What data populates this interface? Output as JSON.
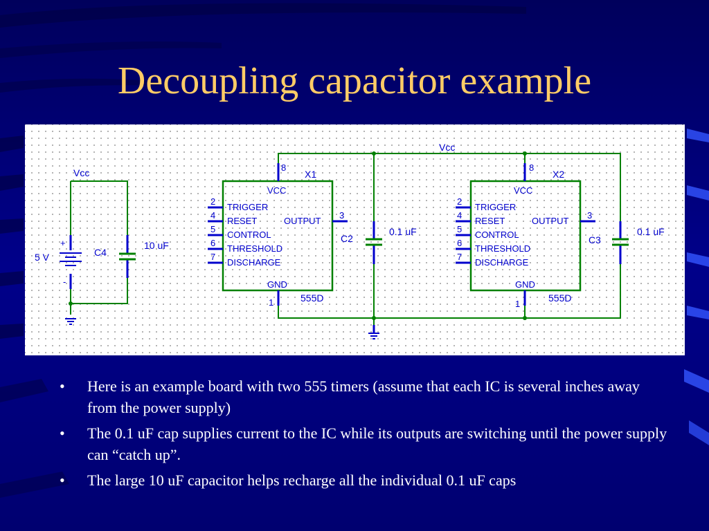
{
  "slide": {
    "title": "Decoupling capacitor example",
    "bullet_symbol": "•",
    "bullets": [
      "Here is an example board with two 555 timers (assume that each IC is several inches away from the power supply)",
      "The 0.1 uF cap supplies current to the IC while its outputs are switching until the power supply can “catch up”.",
      "The large 10 uF capacitor helps recharge all the individual 0.1 uF caps"
    ]
  },
  "diagram": {
    "supply": {
      "net_label": "Vcc",
      "voltage": "5 V",
      "plus": "+",
      "minus": "-",
      "cap_ref": "C4",
      "cap_value": "10 uF"
    },
    "main_net_label": "Vcc",
    "ics": [
      {
        "ref": "X1",
        "part": "555D",
        "vcc_pin": "8",
        "gnd_pin": "1",
        "vcc_label": "VCC",
        "gnd_label": "GND",
        "output_label": "OUTPUT",
        "output_pin": "3",
        "pins": [
          {
            "num": "2",
            "name": "TRIGGER"
          },
          {
            "num": "4",
            "name": "RESET"
          },
          {
            "num": "5",
            "name": "CONTROL"
          },
          {
            "num": "6",
            "name": "THRESHOLD"
          },
          {
            "num": "7",
            "name": "DISCHARGE"
          }
        ],
        "cap_ref": "C2",
        "cap_value": "0.1 uF"
      },
      {
        "ref": "X2",
        "part": "555D",
        "vcc_pin": "8",
        "gnd_pin": "1",
        "vcc_label": "VCC",
        "gnd_label": "GND",
        "output_label": "OUTPUT",
        "output_pin": "3",
        "pins": [
          {
            "num": "2",
            "name": "TRIGGER"
          },
          {
            "num": "4",
            "name": "RESET"
          },
          {
            "num": "5",
            "name": "CONTROL"
          },
          {
            "num": "6",
            "name": "THRESHOLD"
          },
          {
            "num": "7",
            "name": "DISCHARGE"
          }
        ],
        "cap_ref": "C3",
        "cap_value": "0.1 uF"
      }
    ],
    "colors": {
      "background": "#00007a",
      "title": "#ffcc66",
      "wire": "#008000",
      "component": "#0000cc"
    }
  }
}
